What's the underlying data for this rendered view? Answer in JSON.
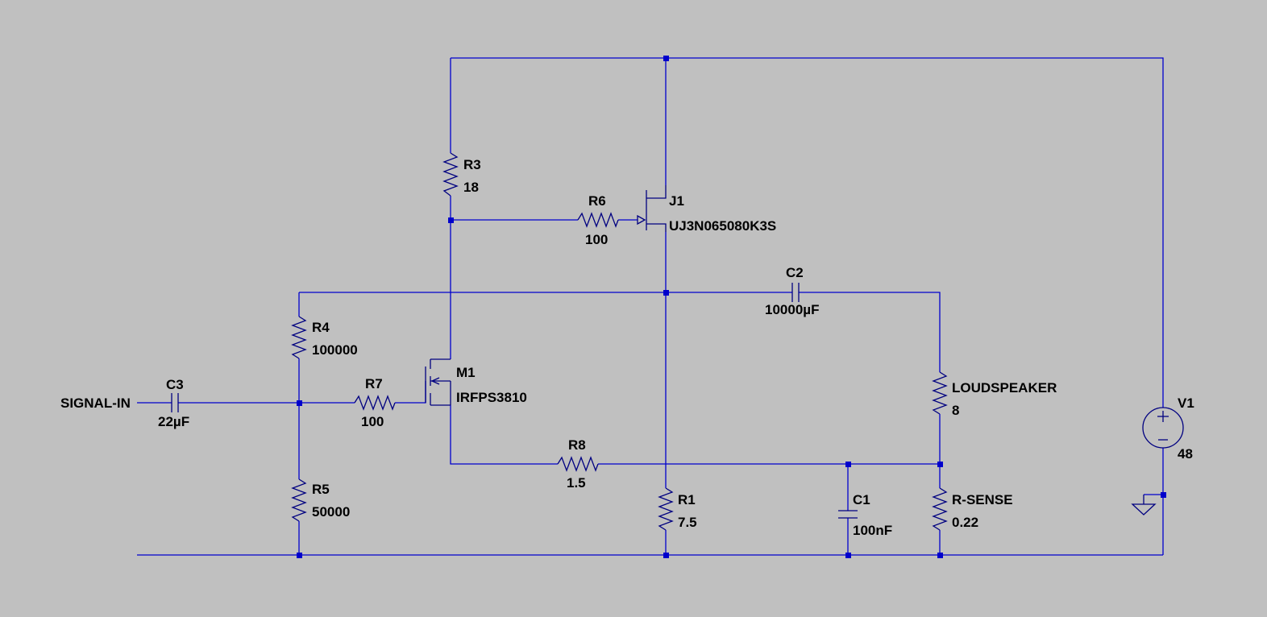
{
  "colors": {
    "background": "#c0c0c0",
    "wire": "#0000cc",
    "component": "#000080",
    "text": "#000000"
  },
  "components": {
    "R3": {
      "name": "R3",
      "value": "18"
    },
    "R6": {
      "name": "R6",
      "value": "100"
    },
    "J1": {
      "name": "J1",
      "value": "UJ3N065080K3S"
    },
    "C2": {
      "name": "C2",
      "value": "10000µF"
    },
    "R4": {
      "name": "R4",
      "value": "100000"
    },
    "M1": {
      "name": "M1",
      "value": "IRFPS3810"
    },
    "C3": {
      "name": "C3",
      "value": "22µF"
    },
    "R7": {
      "name": "R7",
      "value": "100"
    },
    "LOUDSPEAKER": {
      "name": "LOUDSPEAKER",
      "value": "8"
    },
    "V1": {
      "name": "V1",
      "value": "48"
    },
    "R8": {
      "name": "R8",
      "value": "1.5"
    },
    "R5": {
      "name": "R5",
      "value": "50000"
    },
    "R1": {
      "name": "R1",
      "value": "7.5"
    },
    "C1": {
      "name": "C1",
      "value": "100nF"
    },
    "RSENSE": {
      "name": "R-SENSE",
      "value": "0.22"
    }
  },
  "nets": {
    "input_label": "SIGNAL-IN"
  }
}
